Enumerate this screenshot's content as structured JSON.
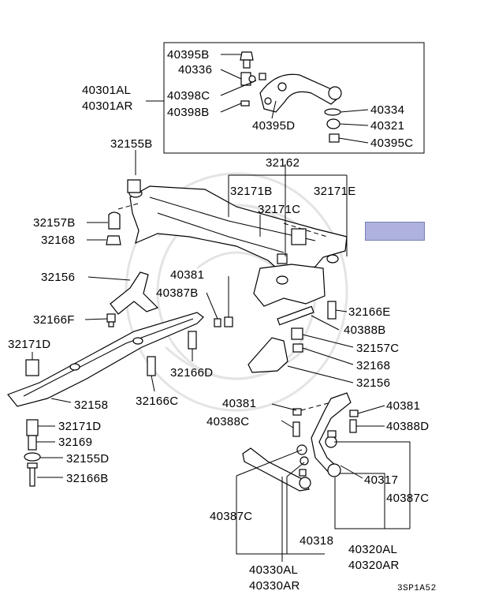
{
  "labels": {
    "p40395B": "40395B",
    "p40336": "40336",
    "p40301AL": "40301AL",
    "p40301AR": "40301AR",
    "p40398C": "40398C",
    "p40398B": "40398B",
    "p40395D": "40395D",
    "p40334": "40334",
    "p40321": "40321",
    "p40395C": "40395C",
    "p32155B": "32155B",
    "p32162": "32162",
    "p32171B": "32171B",
    "p32171E": "32171E",
    "p32171C": "32171C",
    "p32157B": "32157B",
    "p32168a": "32168",
    "p32156a": "32156",
    "p40381a": "40381",
    "p40387B": "40387B",
    "p32166E": "32166E",
    "p32166F": "32166F",
    "p40388B": "40388B",
    "p32171D": "32171D",
    "p32157C": "32157C",
    "p32168b": "32168",
    "p32166D": "32166D",
    "p32156b": "32156",
    "p32158": "32158",
    "p32166C": "32166C",
    "p40381b": "40381",
    "p40381c": "40381",
    "p40388C": "40388C",
    "p40388D": "40388D",
    "p32171D2": "32171D",
    "p32169": "32169",
    "p32155D": "32155D",
    "p32166B": "32166B",
    "p40317": "40317",
    "p40387C": "40387C",
    "p40387C2": "40387C",
    "p40318": "40318",
    "p40320AL": "40320AL",
    "p40320AR": "40320AR",
    "p40330AL": "40330AL",
    "p40330AR": "40330AR"
  },
  "diagram_code": "3SP1A52",
  "highlight_color": "#aeb2dc"
}
